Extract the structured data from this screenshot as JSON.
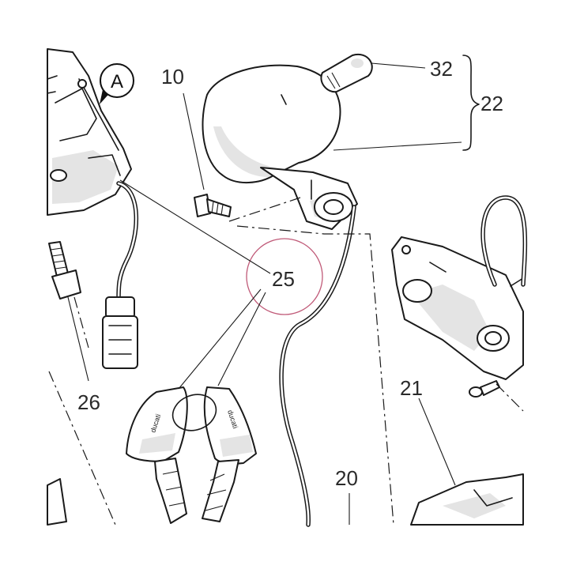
{
  "labels": {
    "callout_a": "A",
    "part_10": "10",
    "part_32": "32",
    "part_22": "22",
    "part_25": "25",
    "part_26": "26",
    "part_21": "21",
    "part_20": "20"
  },
  "key_brand": "ducati",
  "colors": {
    "line": "#1a1a1a",
    "highlight_circle": "#c05a78",
    "label": "#2a2a2a"
  }
}
